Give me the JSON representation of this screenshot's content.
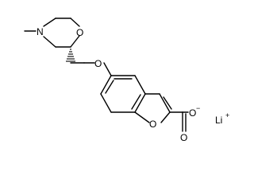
{
  "structure": {
    "atoms": {
      "n_ring": "N",
      "o_ring_morpholine": "O",
      "o_ether": "O",
      "o_furan": "O",
      "o_carbonyl": "O",
      "o_carboxylate": "O",
      "carboxylate_charge": "−",
      "counterion": "Li",
      "counterion_charge": "+"
    }
  }
}
